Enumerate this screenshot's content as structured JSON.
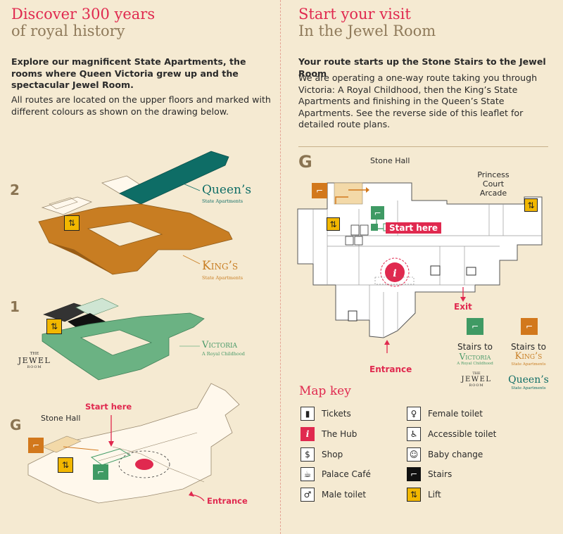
{
  "left": {
    "heading_line1": "Discover 300 years",
    "heading_line2": "of royal history",
    "intro_bold": "Explore our magnificent State Apartments, the rooms where Queen Victoria grew up and the spectacular Jewel Room.",
    "intro": "All routes are located on the upper floors and marked with different colours as shown on the drawing below.",
    "floors": {
      "floor2": "2",
      "floor1": "1",
      "floorG": "G"
    },
    "labels": {
      "queens_name": "Queen’s",
      "queens_sub": "State Apartments",
      "kings_name": "King’s",
      "kings_sub": "State Apartments",
      "victoria_name": "Victoria",
      "victoria_sub": "A Royal Childhood",
      "jewel_the": "THE",
      "jewel_name": "JEWEL",
      "jewel_room": "ROOM",
      "stone_hall": "Stone Hall",
      "start_here": "Start here",
      "entrance": "Entrance"
    }
  },
  "right": {
    "heading_line1": "Start your visit",
    "heading_line2": "In the Jewel Room",
    "subheading": "Your route starts up the Stone Stairs to the Jewel Room",
    "body": "We are operating a one-way route taking you through Victoria: A Royal Childhood, then the King’s State Apartments and finishing in the Queen’s State Apartments. See the reverse side of this leaflet for detailed route plans.",
    "map": {
      "floor": "G",
      "stone_hall": "Stone Hall",
      "princess_line1": "Princess",
      "princess_line2": "Court",
      "princess_line3": "Arcade",
      "start_here": "Start here",
      "exit": "Exit",
      "entrance": "Entrance",
      "stairs_to_1": "Stairs to",
      "stairs_to_2": "Stairs to",
      "victoria_name": "Victoria",
      "victoria_sub": "A Royal Childhood",
      "kings_name": "King’s",
      "kings_sub": "State Apartments",
      "jewel_the": "THE",
      "jewel_name": "JEWEL",
      "jewel_room": "ROOM",
      "queens_name": "Queen’s",
      "queens_sub": "State Apartments"
    }
  },
  "map_key": {
    "title": "Map key",
    "items": [
      {
        "label": "Tickets",
        "icon": "ticket-icon"
      },
      {
        "label": "The Hub",
        "icon": "info-icon"
      },
      {
        "label": "Shop",
        "icon": "shop-icon"
      },
      {
        "label": "Palace Café",
        "icon": "cafe-icon"
      },
      {
        "label": "Male toilet",
        "icon": "male-toilet-icon"
      },
      {
        "label": "Female toilet",
        "icon": "female-toilet-icon"
      },
      {
        "label": "Accessible toilet",
        "icon": "accessible-toilet-icon"
      },
      {
        "label": "Baby change",
        "icon": "baby-change-icon"
      },
      {
        "label": "Stairs",
        "icon": "stairs-icon"
      },
      {
        "label": "Lift",
        "icon": "lift-icon"
      }
    ]
  },
  "colors": {
    "background": "#f5ead2",
    "accent_red": "#e0294f",
    "queens_teal": "#0e6d66",
    "kings_orange": "#c87d22",
    "victoria_green": "#6bb283",
    "jewel_black": "#111111",
    "heading_brown": "#8f7a5a",
    "lift_yellow": "#f2b700"
  }
}
